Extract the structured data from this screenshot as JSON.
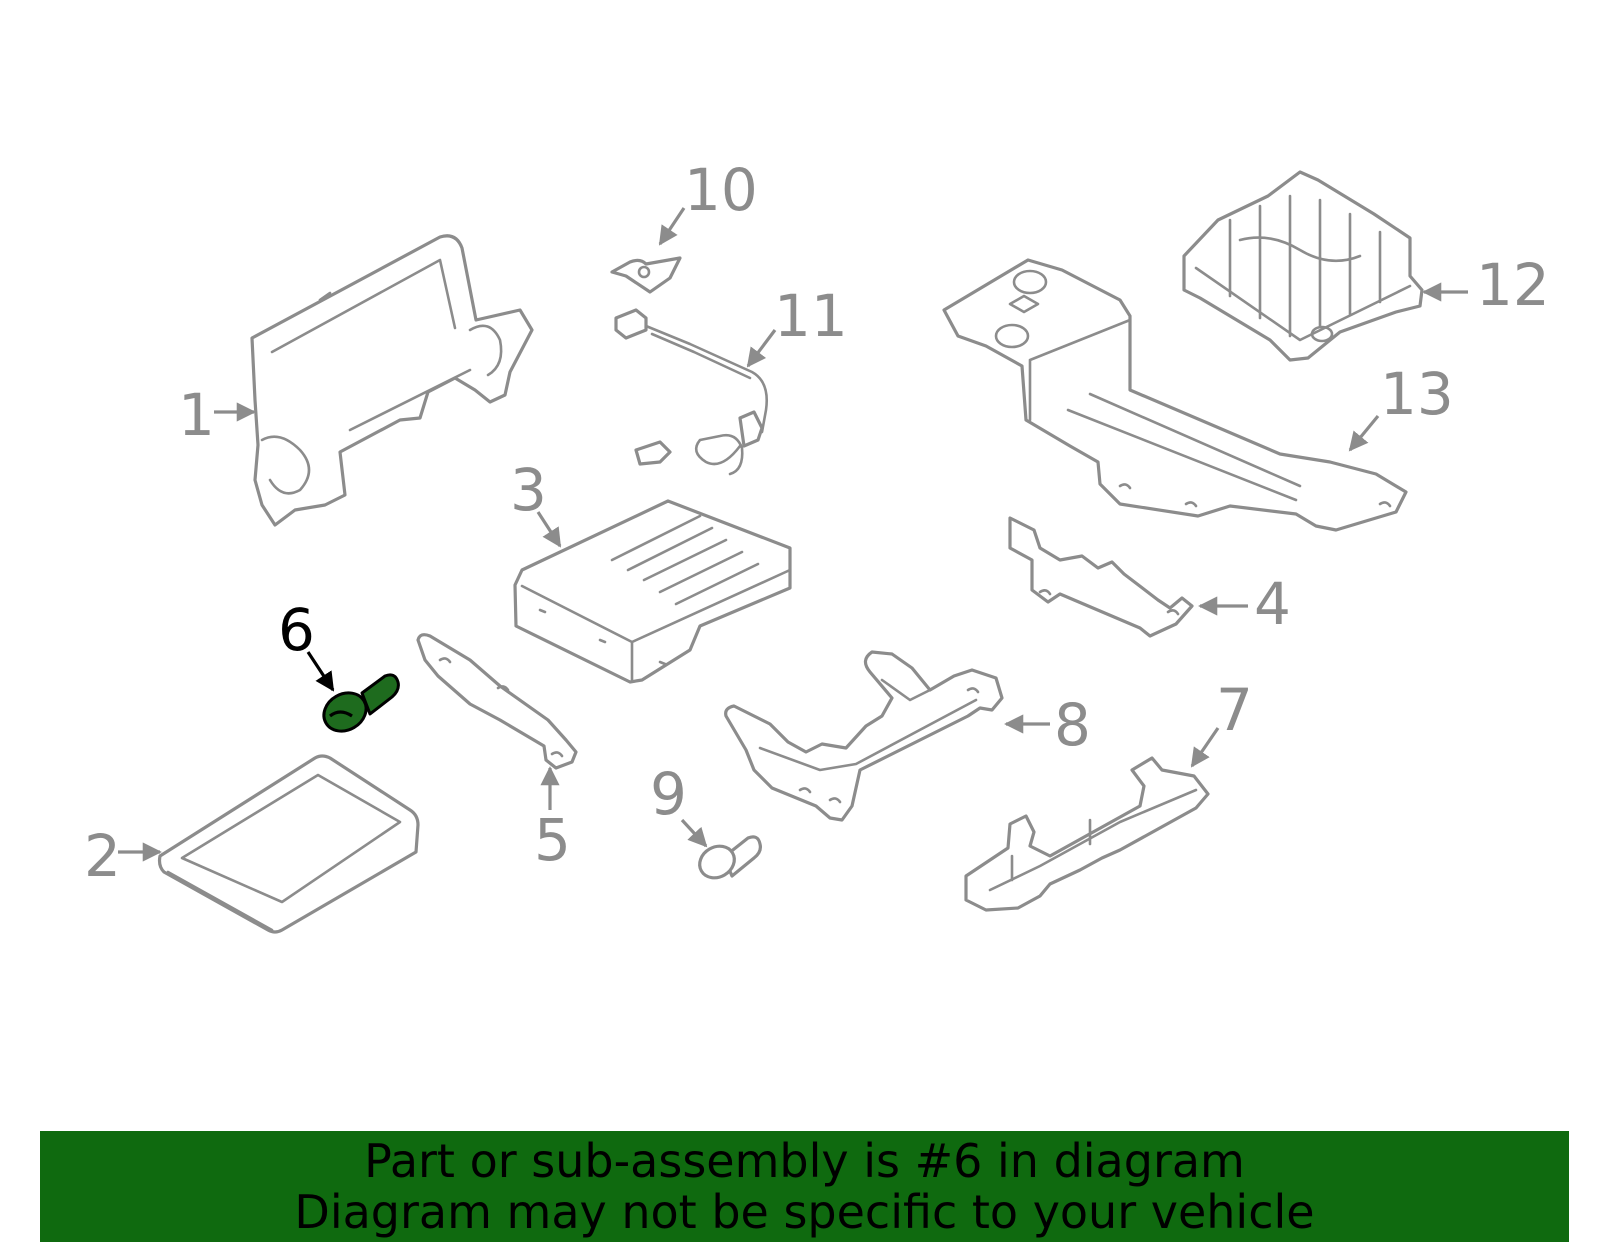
{
  "diagram": {
    "labels": [
      "1",
      "2",
      "3",
      "4",
      "5",
      "6",
      "7",
      "8",
      "9",
      "10",
      "11",
      "12",
      "13"
    ],
    "highlighted_part": "6",
    "highlight_color": "#1e6b1e",
    "line_color": "#8c8c8c"
  },
  "banner": {
    "line1": "Part or sub-assembly is #6 in diagram",
    "line2": "Diagram may not be specific to your vehicle",
    "background": "#0f6a0f"
  }
}
